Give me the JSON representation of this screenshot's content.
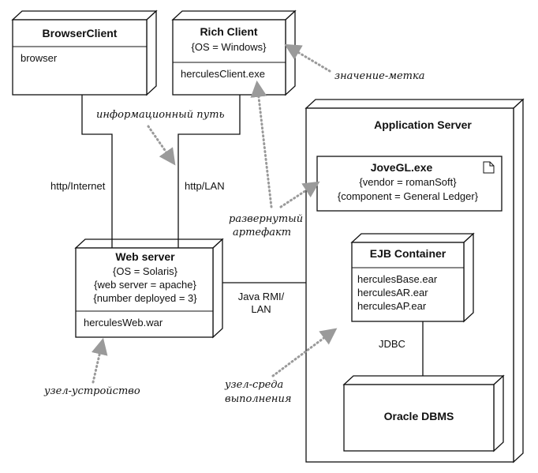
{
  "nodes": {
    "browser_client": {
      "title": "BrowserClient",
      "artifact": "browser"
    },
    "rich_client": {
      "title": "Rich Client",
      "tag": "{OS = Windows}",
      "artifact": "herculesClient.exe"
    },
    "web_server": {
      "title": "Web server",
      "tags": [
        "{OS = Solaris}",
        "{web server = apache}",
        "{number deployed = 3}"
      ],
      "artifact": "herculesWeb.war"
    },
    "app_server": {
      "title": "Application Server"
    },
    "jovegl": {
      "title": "JoveGL.exe",
      "tags": [
        "{vendor = romanSoft}",
        "{component = General Ledger}"
      ]
    },
    "ejb_container": {
      "title": "EJB Container",
      "artifacts": [
        "herculesBase.ear",
        "herculesAR.ear",
        "herculesAP.ear"
      ]
    },
    "oracle": {
      "title": "Oracle DBMS"
    }
  },
  "connectors": {
    "http_internet": "http/Internet",
    "http_lan": "http/LAN",
    "java_rmi": [
      "Java RMI/",
      "LAN"
    ],
    "jdbc": "JDBC"
  },
  "annotations": {
    "tagged_value": "значение-метка",
    "communication_path": "информационный путь",
    "deployed_artifact": [
      "развернутый",
      "артефакт"
    ],
    "device_node": "узел-устройство",
    "execution_environment_node": [
      "узел-среда",
      "выполнения"
    ]
  }
}
